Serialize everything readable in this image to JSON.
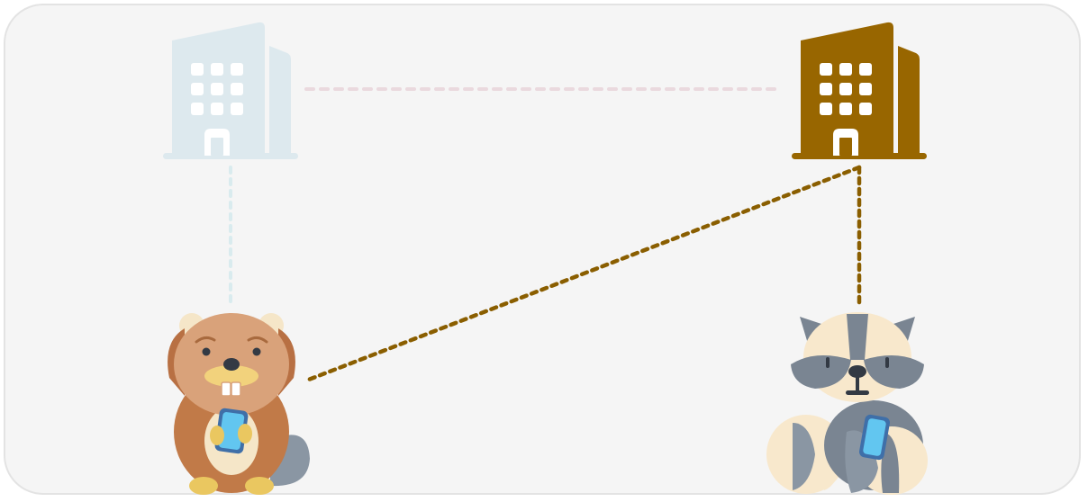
{
  "colors": {
    "panel_bg": "#f5f5f5",
    "panel_border": "#e3e3e3",
    "building_faded": "#dde9ee",
    "building_active": "#986600",
    "link_faded_horizontal": "#ead9de",
    "link_faded_vertical": "#d9ebee",
    "link_active": "#8a5e00"
  },
  "nodes": [
    {
      "id": "building-left",
      "icon": "office-building-icon",
      "state": "faded"
    },
    {
      "id": "building-right",
      "icon": "office-building-icon",
      "state": "active"
    },
    {
      "id": "beaver",
      "icon": "beaver-with-phone-icon"
    },
    {
      "id": "raccoon",
      "icon": "raccoon-with-phone-icon"
    }
  ],
  "links": [
    {
      "from": "building-left",
      "to": "building-right",
      "state": "faded"
    },
    {
      "from": "building-left",
      "to": "beaver",
      "state": "faded"
    },
    {
      "from": "building-right",
      "to": "beaver",
      "state": "active"
    },
    {
      "from": "building-right",
      "to": "raccoon",
      "state": "active"
    }
  ]
}
